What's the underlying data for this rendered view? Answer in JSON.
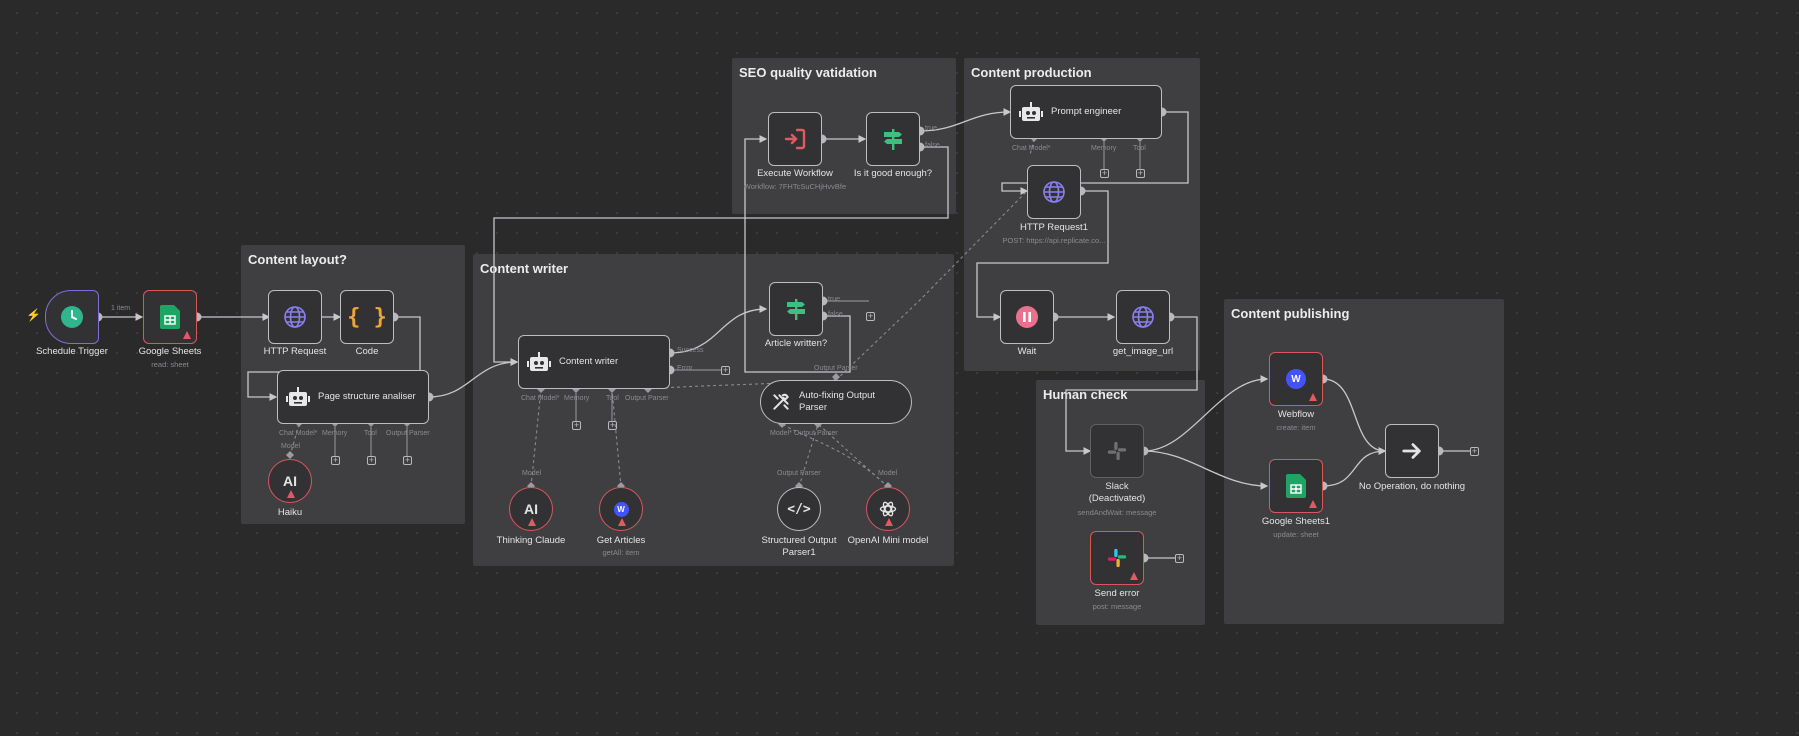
{
  "groups": {
    "seo": "SEO quality vatidation",
    "production": "Content production",
    "layout": "Content layout?",
    "writer": "Content writer",
    "human": "Human check",
    "publishing": "Content publishing"
  },
  "nodes": {
    "schedule": {
      "title": "Schedule Trigger"
    },
    "sheets": {
      "title": "Google Sheets",
      "sub": "read: sheet"
    },
    "http": {
      "title": "HTTP Request"
    },
    "code": {
      "title": "Code"
    },
    "page": {
      "label": "Page structure analiser"
    },
    "haiku": {
      "title": "Haiku"
    },
    "writer": {
      "label": "Content writer"
    },
    "claude": {
      "title": "Thinking Claude"
    },
    "articles": {
      "title": "Get Articles",
      "sub": "getAll: item"
    },
    "written": {
      "title": "Article written?"
    },
    "autofix": {
      "label": "Auto-fixing Output Parser"
    },
    "structured": {
      "title": "Structured Output Parser1"
    },
    "openai": {
      "title": "OpenAI Mini model"
    },
    "exec": {
      "title": "Execute Workflow",
      "sub": "Workflow: 7FHTcSuCHjHvvBfe"
    },
    "good": {
      "title": "Is it good enough?"
    },
    "prompt": {
      "label": "Prompt engineer"
    },
    "http1": {
      "title": "HTTP Request1",
      "sub": "POST: https://api.replicate.co..."
    },
    "wait": {
      "title": "Wait"
    },
    "getimg": {
      "title": "get_image_url"
    },
    "slack": {
      "title": "Slack\n(Deactivated)",
      "sub": "sendAndWait: message"
    },
    "senderr": {
      "title": "Send error",
      "sub": "post: message"
    },
    "webflow": {
      "title": "Webflow",
      "sub": "create: item"
    },
    "sheets1": {
      "title": "Google Sheets1",
      "sub": "update: sheet"
    },
    "noop": {
      "title": "No Operation, do nothing"
    }
  },
  "labels": {
    "item_count": "1 item",
    "chat_model_req": "Chat Model*",
    "memory": "Memory",
    "tool": "Tool",
    "output_parser": "Output Parser",
    "model": "Model",
    "model_req": "Model*",
    "success": "Success",
    "error": "Error",
    "true": "true",
    "false": "false"
  },
  "icons": {
    "schedule": "clock-icon",
    "sheets": "google-sheets-icon",
    "http": "globe-icon",
    "code": "code-braces-icon",
    "agent": "robot-icon",
    "anthropic": "anthropic-icon",
    "webflow": "webflow-icon",
    "if": "signpost-icon",
    "tools": "tools-icon",
    "structured": "code-tag-icon",
    "openai": "openai-icon",
    "exec": "execute-workflow-icon",
    "wait": "pause-icon",
    "slack": "slack-icon",
    "noop": "arrow-right-icon",
    "trigger": "lightning-icon"
  },
  "colors": {
    "canvas": "#2a2a2b",
    "group": "#3f3f41",
    "node_border": "#bdbdc2",
    "error_border": "#d9565f",
    "trigger_border": "#7f6fd6",
    "edge": "#c8c8cc",
    "dashed_edge": "#8a8a90",
    "sheets_green": "#1fa463",
    "http_purple": "#8a7ff0",
    "code_orange": "#f0a23c",
    "wait_pink": "#e8728d"
  }
}
